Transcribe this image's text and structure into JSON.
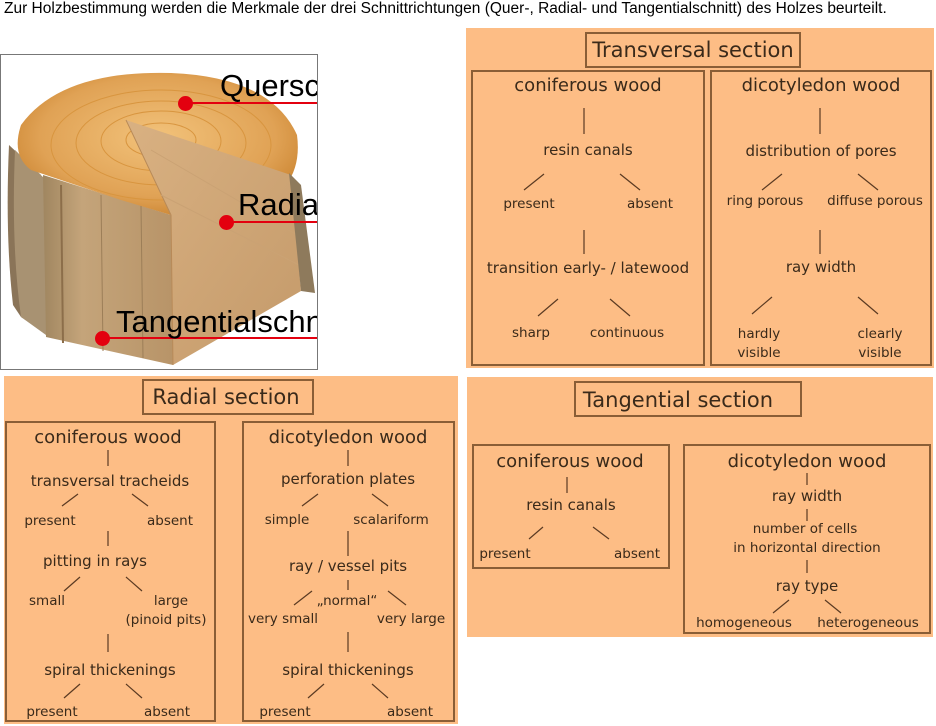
{
  "intro": "Zur Holzbestimmung werden die Merkmale der drei Schnittrichtungen (Quer-, Radial- und Tangentialschnitt) des Holzes beurteilt.",
  "photo": {
    "labels": [
      "Querschnitt",
      "Radialschnitt",
      "Tangentialschnitt"
    ],
    "marker_color": "#e3000f"
  },
  "colors": {
    "panel": "#fdbd85",
    "border": "#8a5e36",
    "text": "#3a2a1a"
  },
  "transversal": {
    "title": "Transversal section",
    "coniferous": {
      "heading": "coniferous wood",
      "resin": "resin canals",
      "present": "present",
      "absent": "absent",
      "transition": "transition early- / latewood",
      "sharp": "sharp",
      "continuous": "continuous"
    },
    "dicotyledon": {
      "heading": "dicotyledon wood",
      "pores": "distribution of pores",
      "ring": "ring porous",
      "diffuse": "diffuse porous",
      "ray": "ray width",
      "hardly1": "hardly",
      "hardly2": "visible",
      "clearly1": "clearly",
      "clearly2": "visible"
    }
  },
  "radial": {
    "title": "Radial section",
    "coniferous": {
      "heading": "coniferous wood",
      "tracheids": "transversal tracheids",
      "present": "present",
      "absent": "absent",
      "pitting": "pitting in rays",
      "small": "small",
      "large1": "large",
      "large2": "(pinoid pits)",
      "spiral": "spiral thickenings",
      "present2": "present",
      "absent2": "absent"
    },
    "dicotyledon": {
      "heading": "dicotyledon wood",
      "perforation": "perforation plates",
      "simple": "simple",
      "scalariform": "scalariform",
      "vessel": "ray / vessel pits",
      "normal": "„normal“",
      "verysmall": "very small",
      "verylarge": "very large",
      "spiral": "spiral thickenings",
      "present": "present",
      "absent": "absent"
    }
  },
  "tangential": {
    "title": "Tangential section",
    "coniferous": {
      "heading": "coniferous wood",
      "resin": "resin canals",
      "present": "present",
      "absent": "absent"
    },
    "dicotyledon": {
      "heading": "dicotyledon wood",
      "ray": "ray width",
      "cells1": "number of cells",
      "cells2": "in horizontal direction",
      "raytype": "ray type",
      "homogeneous": "homogeneous",
      "heterogeneous": "heterogeneous"
    }
  }
}
